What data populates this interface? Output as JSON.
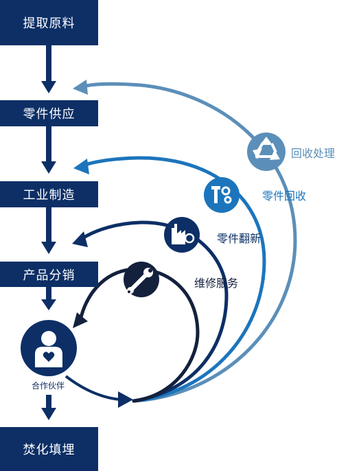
{
  "stages": [
    {
      "label": "提取原料"
    },
    {
      "label": "零件供应"
    },
    {
      "label": "工业制造"
    },
    {
      "label": "产品分销"
    },
    {
      "label": "焚化填埋"
    }
  ],
  "partner": {
    "label": "合作伙伴",
    "icon": "person-heart-icon"
  },
  "loops": [
    {
      "label": "回收处理",
      "icon": "recycle-icon",
      "color": "#5b8fb9"
    },
    {
      "label": "零件回收",
      "icon": "gears-icon",
      "color": "#1c75bc"
    },
    {
      "label": "零件翻新",
      "icon": "factory-refresh-icon",
      "color": "#0d2f66"
    },
    {
      "label": "维修服务",
      "icon": "wrench-icon",
      "color": "#0d2f66"
    }
  ],
  "colors": {
    "navy": "#0d2f66",
    "blue": "#1c75bc",
    "light_blue": "#5b8fb9"
  }
}
